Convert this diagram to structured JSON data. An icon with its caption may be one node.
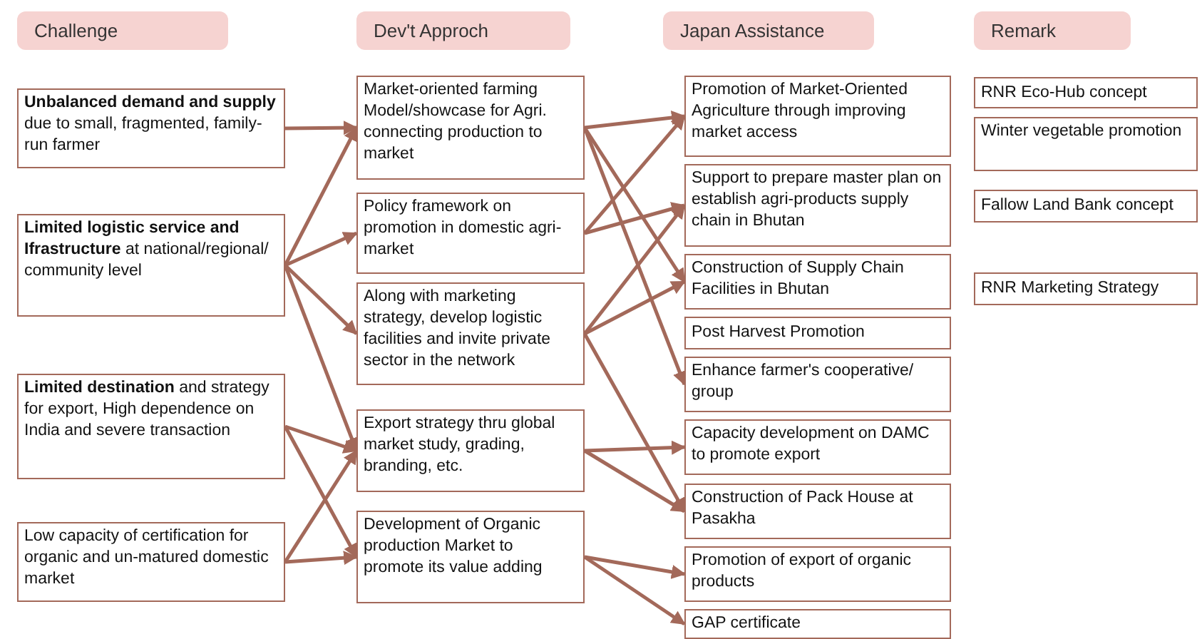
{
  "diagram": {
    "nodes": [
      {
        "text": [
          "Challenge"
        ]
      },
      {
        "text": [
          "Dev't Approch"
        ]
      },
      {
        "text": [
          "Japan Assistance"
        ]
      },
      {
        "text": [
          "Remark"
        ]
      },
      {
        "text": [
          "**Unbalanced demand and supply** due to small, fragmented, family-run farmer"
        ]
      },
      {
        "text": [
          "**Limited logistic service and Ifrastructure** at national/regional/ community level"
        ]
      },
      {
        "text": [
          "**Limited destination** and strategy for export, High dependence on India and severe transaction"
        ]
      },
      {
        "text": [
          "Low capacity of certification for organic and un-matured domestic market"
        ]
      },
      {
        "text": [
          "Market-oriented farming Model/showcase for Agri. connecting production to market"
        ]
      },
      {
        "text": [
          "Policy framework on promotion in domestic agri-market"
        ]
      },
      {
        "text": [
          "Along with marketing strategy, develop logistic facilities and invite private sector in the network"
        ]
      },
      {
        "text": [
          "Export strategy thru global market study, grading, branding, etc."
        ]
      },
      {
        "text": [
          "Development of Organic production Market to promote its value adding"
        ]
      },
      {
        "text": [
          "Promotion of Market-Oriented Agriculture through improving market access"
        ]
      },
      {
        "text": [
          "Support to prepare master plan on establish agri-products supply chain in Bhutan"
        ]
      },
      {
        "text": [
          "Construction of Supply Chain Facilities in Bhutan"
        ]
      },
      {
        "text": [
          "Post Harvest Promotion"
        ]
      },
      {
        "text": [
          "Enhance farmer's cooperative/ group"
        ]
      },
      {
        "text": [
          "Capacity development on DAMC to promote export"
        ]
      },
      {
        "text": [
          "Construction of Pack House at Pasakha"
        ]
      },
      {
        "text": [
          "Promotion of export of organic products"
        ]
      },
      {
        "text": [
          "GAP certificate"
        ]
      },
      {
        "text": [
          "RNR Eco-Hub concept"
        ]
      },
      {
        "text": [
          "Winter vegetable promotion"
        ]
      },
      {
        "text": [
          "Fallow Land Bank concept"
        ]
      },
      {
        "text": [
          "RNR Marketing Strategy"
        ]
      }
    ],
    "edges": [
      {
        "from": 4,
        "to": 8,
        "arrow": "to"
      },
      {
        "from": 5,
        "to": 8,
        "arrow": "to"
      },
      {
        "from": 5,
        "to": 9,
        "arrow": "to"
      },
      {
        "from": 5,
        "to": 10,
        "arrow": "to"
      },
      {
        "from": 5,
        "to": 11,
        "arrow": "to"
      },
      {
        "from": 6,
        "to": 11,
        "arrow": "to"
      },
      {
        "from": 6,
        "to": 12,
        "arrow": "to"
      },
      {
        "from": 7,
        "to": 11,
        "arrow": "to"
      },
      {
        "from": 7,
        "to": 12,
        "arrow": "to"
      },
      {
        "from": 8,
        "to": 13,
        "arrow": "to"
      },
      {
        "from": 8,
        "to": 15,
        "arrow": "to"
      },
      {
        "from": 8,
        "to": 17,
        "arrow": "to"
      },
      {
        "from": 9,
        "to": 13,
        "arrow": "to"
      },
      {
        "from": 9,
        "to": 14,
        "arrow": "to"
      },
      {
        "from": 10,
        "to": 14,
        "arrow": "to"
      },
      {
        "from": 10,
        "to": 15,
        "arrow": "to"
      },
      {
        "from": 10,
        "to": 19,
        "arrow": "to"
      },
      {
        "from": 11,
        "to": 18,
        "arrow": "to"
      },
      {
        "from": 11,
        "to": 19,
        "arrow": "to"
      },
      {
        "from": 12,
        "to": 20,
        "arrow": "to"
      },
      {
        "from": 12,
        "to": 21,
        "arrow": "to"
      }
    ]
  }
}
